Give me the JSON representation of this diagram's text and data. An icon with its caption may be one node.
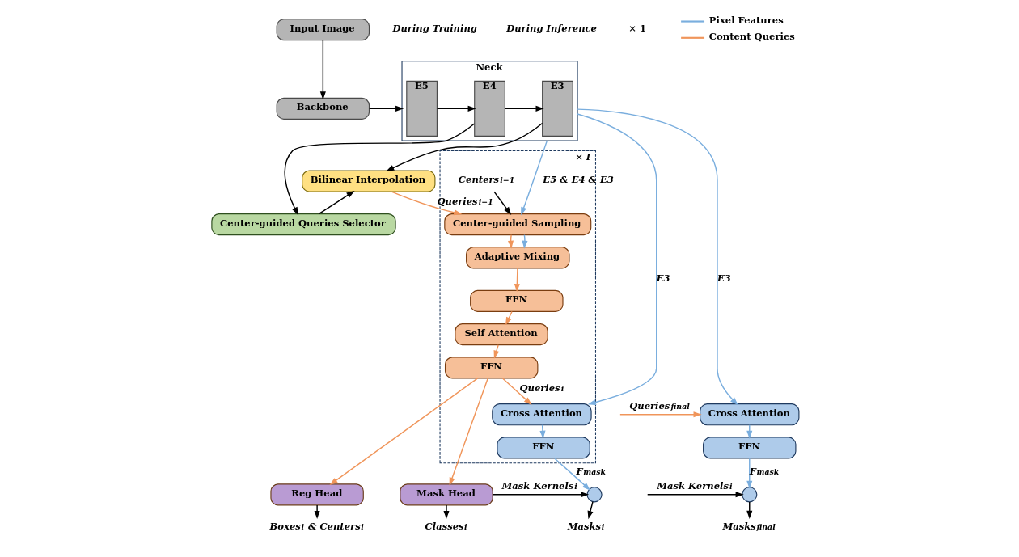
{
  "diagram": {
    "nodes": [
      {
        "text": [
          "Input Image"
        ]
      },
      {
        "text": [
          "Backbone"
        ]
      },
      {
        "text": [
          "Neck"
        ]
      },
      {
        "text": [
          "E5"
        ],
        "in": 2
      },
      {
        "text": [
          "E4"
        ],
        "in": 2
      },
      {
        "text": [
          "E3"
        ],
        "in": 2
      },
      {
        "text": [
          "Bilinear Interpolation"
        ]
      },
      {
        "text": [
          "Center-guided Queries Selector"
        ]
      },
      {
        "text": [
          "× I"
        ]
      },
      {
        "text": [
          "Centers$_{i−1}$"
        ],
        "in": 8
      },
      {
        "text": [
          "Center-guided Sampling"
        ],
        "in": 8
      },
      {
        "text": [
          "Adaptive Mixing"
        ],
        "in": 8
      },
      {
        "text": [
          "FFN"
        ],
        "in": 8
      },
      {
        "text": [
          "Self Attention"
        ],
        "in": 8
      },
      {
        "text": [
          "FFN"
        ],
        "in": 8
      },
      {
        "text": [
          "Cross Attention"
        ],
        "in": 8
      },
      {
        "text": [
          "FFN"
        ],
        "in": 8
      },
      {
        "text": [
          "Reg Head"
        ]
      },
      {
        "text": [
          "Mask Head"
        ]
      },
      {
        "text": [],
        "shape": "circle"
      },
      {
        "text": [
          "Boxes$_{i}$ & Centers$_{i}$"
        ]
      },
      {
        "text": [
          "Classes$_{i}$"
        ]
      },
      {
        "text": [
          "Masks$_{i}$"
        ]
      },
      {
        "text": [
          "Cross Attention"
        ]
      },
      {
        "text": [
          "FFN"
        ]
      },
      {
        "text": [],
        "shape": "circle"
      },
      {
        "text": [
          "Masks$_{final}$"
        ]
      }
    ],
    "edges": [
      {
        "from": 0,
        "to": 1,
        "arrow": "to"
      },
      {
        "from": 1,
        "to": 2,
        "arrow": "to"
      },
      {
        "from": 3,
        "to": 4,
        "arrow": "to"
      },
      {
        "from": 4,
        "to": 5,
        "arrow": "to"
      },
      {
        "from": 4,
        "to": 7,
        "arrow": "to"
      },
      {
        "from": 5,
        "to": 6,
        "arrow": "to"
      },
      {
        "from": 7,
        "to": 6,
        "arrow": "to"
      },
      {
        "from": 6,
        "to": 10,
        "arrow": "to",
        "label": "Queries$_{i−1}$",
        "color": "#f0955a"
      },
      {
        "from": 9,
        "to": 10,
        "arrow": "to"
      },
      {
        "from": 2,
        "to": 10,
        "arrow": "to",
        "label": "E5 & E4 & E3",
        "color": "#7aaede"
      },
      {
        "from": 2,
        "to": 15,
        "arrow": "to",
        "label": "E3",
        "color": "#7aaede"
      },
      {
        "from": 2,
        "to": 23,
        "arrow": "to",
        "label": "E3",
        "color": "#7aaede"
      },
      {
        "from": 10,
        "to": 11,
        "arrow": "to",
        "color": "#f0955a"
      },
      {
        "from": 10,
        "to": 11,
        "arrow": "to",
        "color": "#7aaede"
      },
      {
        "from": 11,
        "to": 12,
        "arrow": "to",
        "color": "#f0955a"
      },
      {
        "from": 12,
        "to": 13,
        "arrow": "to",
        "color": "#f0955a"
      },
      {
        "from": 13,
        "to": 14,
        "arrow": "to",
        "color": "#f0955a"
      },
      {
        "from": 14,
        "to": 17,
        "arrow": "to",
        "color": "#f0955a"
      },
      {
        "from": 14,
        "to": 18,
        "arrow": "to",
        "color": "#f0955a"
      },
      {
        "from": 14,
        "to": 15,
        "arrow": "to",
        "label": "Queries$_{i}$",
        "color": "#f0955a"
      },
      {
        "from": 15,
        "to": 16,
        "arrow": "to",
        "color": "#7aaede"
      },
      {
        "from": 16,
        "to": 19,
        "arrow": "to",
        "label": "F$_{mask}$",
        "color": "#7aaede"
      },
      {
        "from": 17,
        "to": 20,
        "arrow": "to"
      },
      {
        "from": 18,
        "to": 21,
        "arrow": "to"
      },
      {
        "from": 18,
        "to": 19,
        "arrow": "to",
        "label": "Mask Kernels$_{i}$"
      },
      {
        "from": 19,
        "to": 22,
        "arrow": "to"
      },
      {
        "from": null,
        "to": 23,
        "arrow": "to",
        "label": "Queries$_{final}$",
        "color": "#f0955a"
      },
      {
        "from": 23,
        "to": 24,
        "arrow": "to",
        "color": "#7aaede"
      },
      {
        "from": 24,
        "to": 25,
        "arrow": "to",
        "label": "F$_{mask}$",
        "color": "#7aaede"
      },
      {
        "from": null,
        "to": 25,
        "arrow": "to",
        "label": "Mask Kernels$_{i}$"
      },
      {
        "from": 25,
        "to": 26,
        "arrow": "to"
      }
    ],
    "labels": [
      "During Training",
      "During Inference",
      "× 1"
    ],
    "legend": [
      {
        "text": "Pixel Features"
      },
      {
        "text": "Content Queries"
      }
    ]
  }
}
